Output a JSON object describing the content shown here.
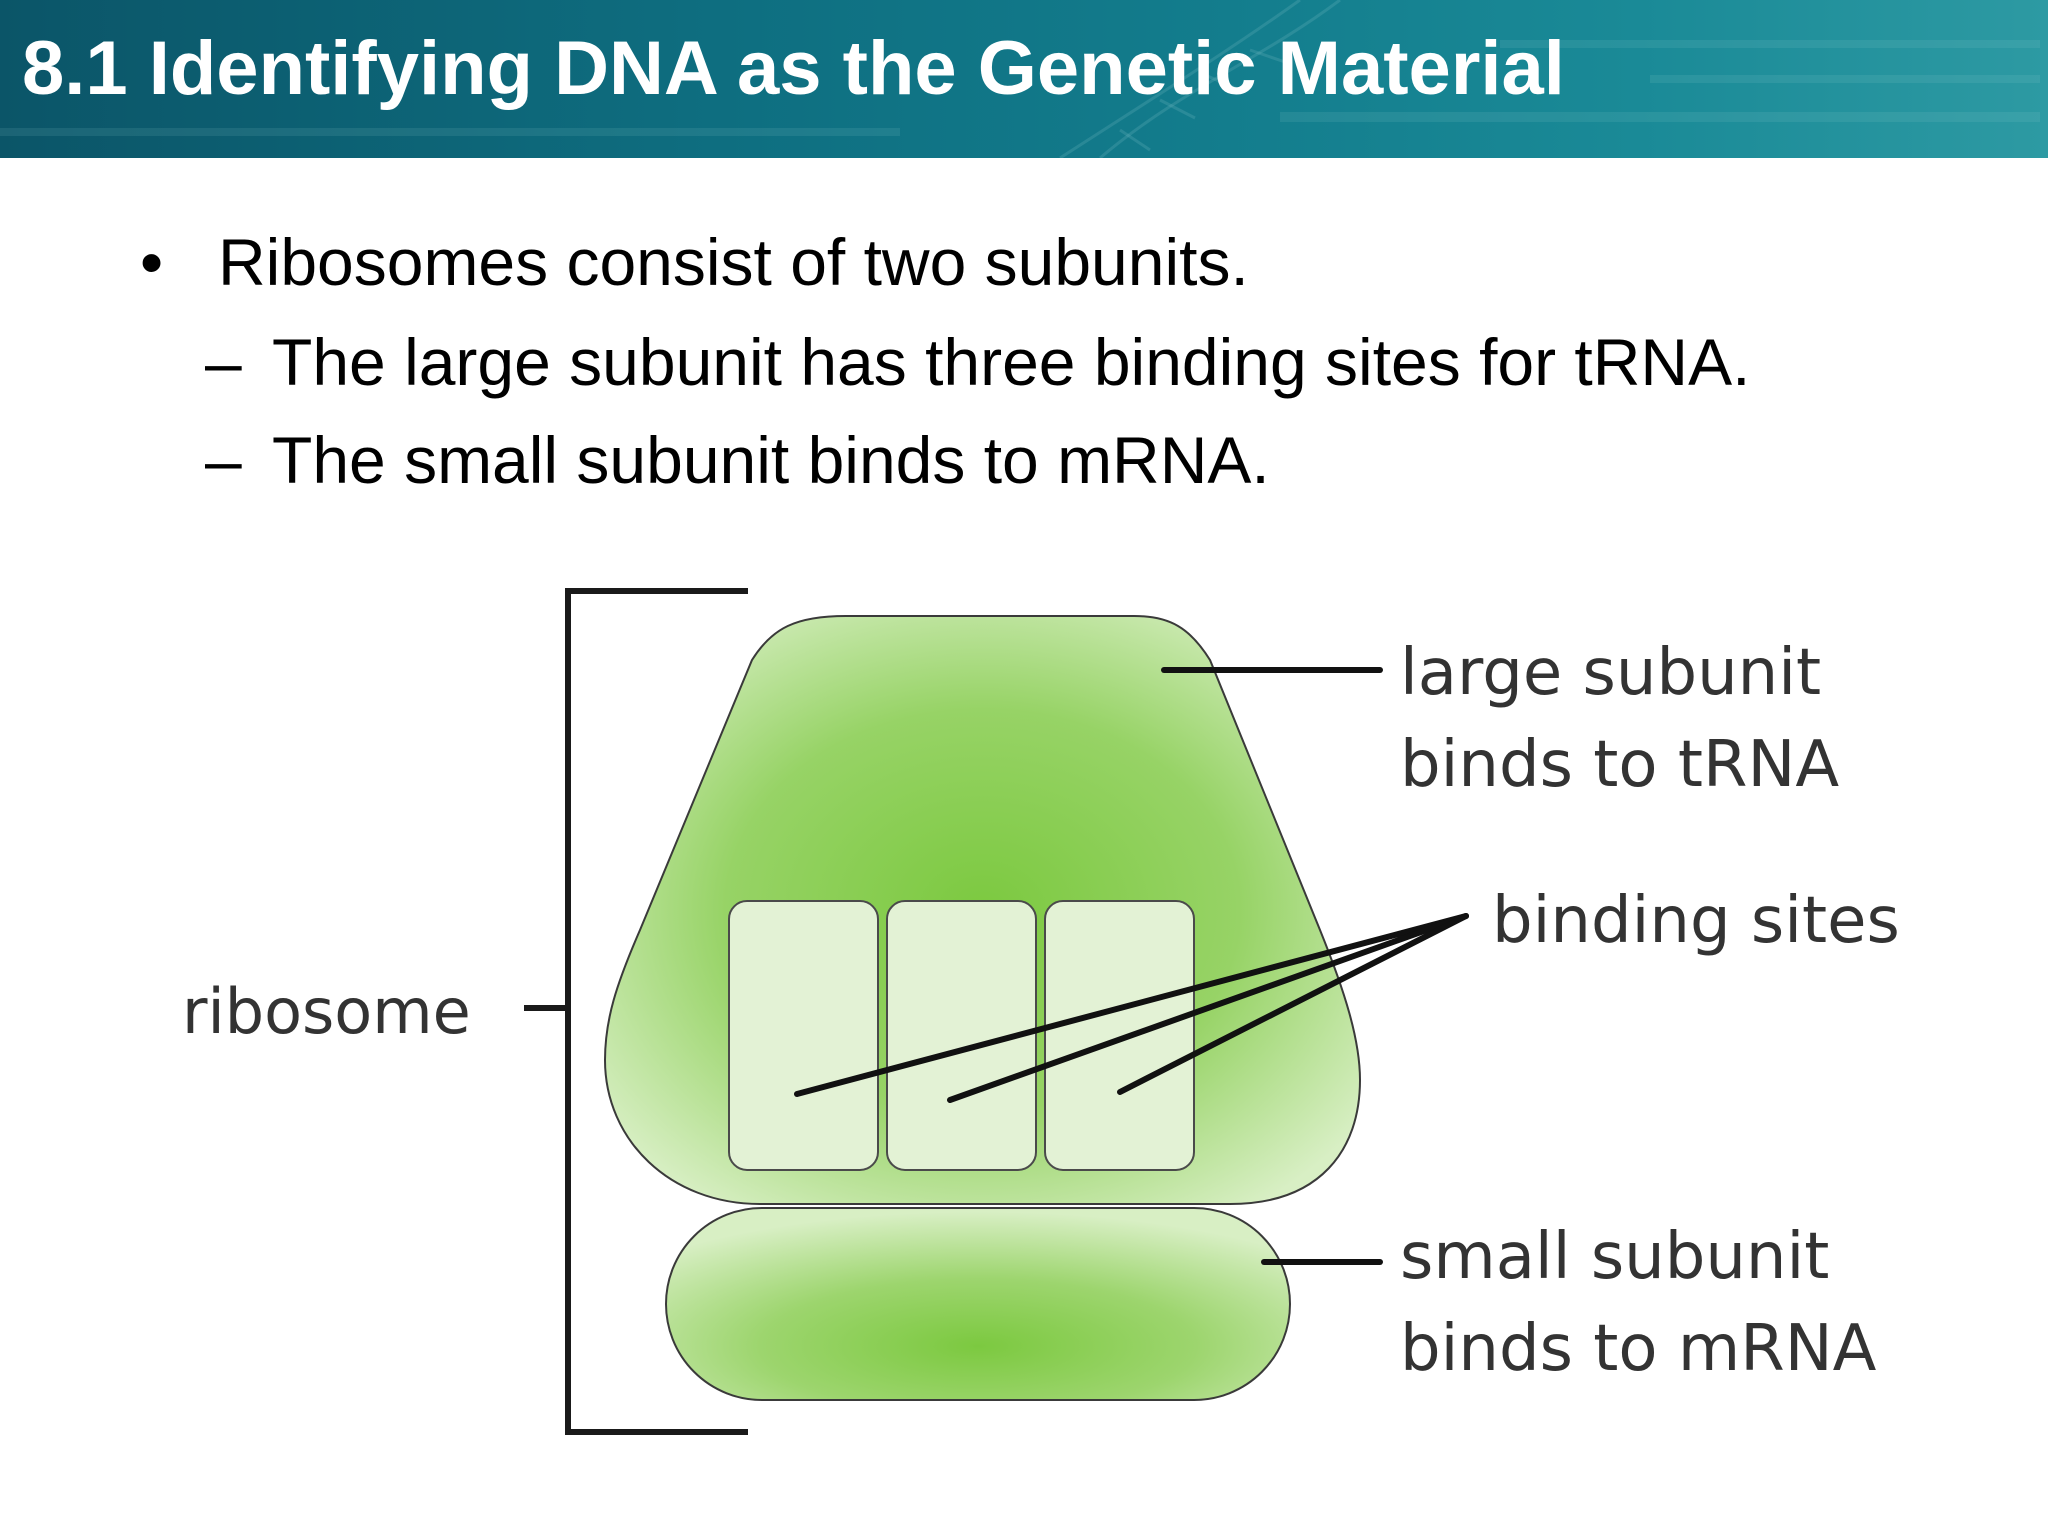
{
  "slide": {
    "title": "8.1 Identifying DNA as the Genetic Material",
    "header_colors": [
      "#0b5568",
      "#137d8d",
      "#2d9aa3"
    ]
  },
  "bullets": {
    "main": {
      "marker": "•",
      "text": "Ribosomes consist of two subunits."
    },
    "sub": [
      {
        "marker": "–",
        "text": "The large subunit has three binding sites for tRNA."
      },
      {
        "marker": "–",
        "text": "The small subunit binds to mRNA."
      }
    ]
  },
  "diagram": {
    "colors": {
      "subunit_fill_center": "#7cc940",
      "subunit_fill_edge": "#d8efc4",
      "binding_site_fill": "#e3f2d5",
      "outline": "#3a3a3a",
      "label_text": "#333333",
      "leader_line": "#111111"
    },
    "labels": {
      "ribosome": "ribosome",
      "large_subunit_line1": "large subunit",
      "large_subunit_line2": "binds to tRNA",
      "binding_sites": "binding sites",
      "small_subunit_line1": "small subunit",
      "small_subunit_line2": "binds to mRNA"
    },
    "binding_site_count": 3
  }
}
